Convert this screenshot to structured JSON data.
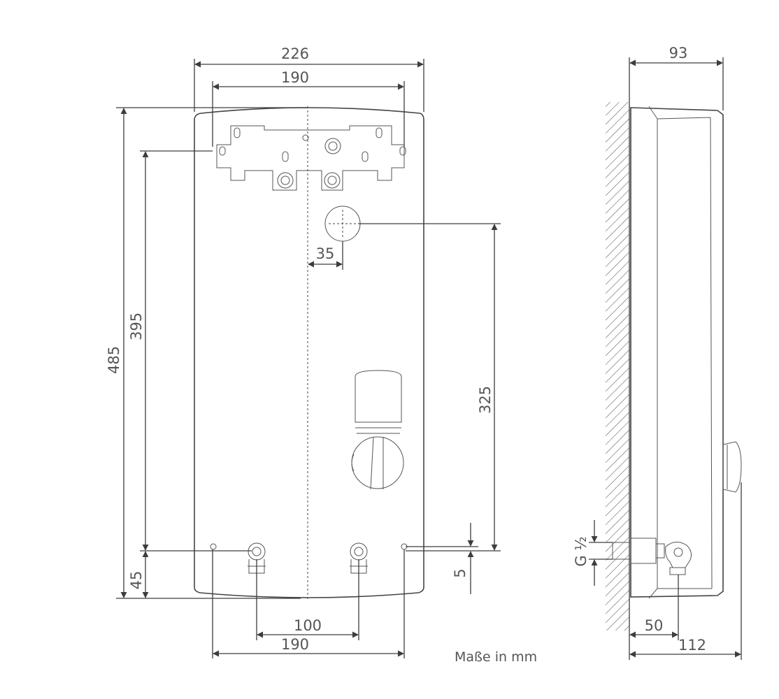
{
  "front_view": {
    "width_total": "226",
    "width_mount_top": "190",
    "offset_center": "35",
    "height_total": "485",
    "height_mount": "395",
    "height_bottom": "45",
    "height_opening": "325",
    "offset_small": "5",
    "pipe_spacing": "100",
    "width_mount_bottom": "190"
  },
  "side_view": {
    "depth": "93",
    "thread": "G ½",
    "pipe_distance": "50",
    "depth_total": "112"
  },
  "note": "Maße in mm"
}
